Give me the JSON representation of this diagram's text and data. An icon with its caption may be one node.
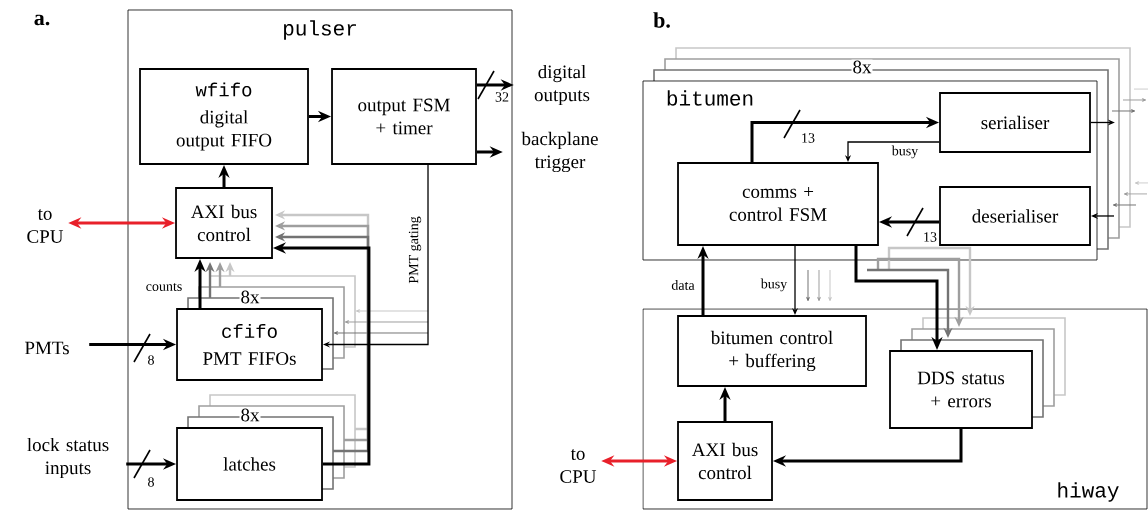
{
  "diagram": {
    "nodes": [
      {
        "text": [
          "pulser"
        ]
      },
      {
        "text": [
          "wfifo",
          "digital output FIFO"
        ],
        "in": 0
      },
      {
        "text": [
          "output FSM + timer"
        ],
        "in": 0
      },
      {
        "text": [
          "AXI bus control"
        ],
        "in": 0
      },
      {
        "text": [
          "cfifo",
          "PMT FIFOs"
        ],
        "in": 0,
        "beside": [
          "8x"
        ]
      },
      {
        "text": [
          "latches"
        ],
        "in": 0,
        "beside": [
          "8x"
        ]
      },
      {
        "text": [
          "to CPU"
        ]
      },
      {
        "text": [
          "PMTs"
        ]
      },
      {
        "text": [
          "lock status inputs"
        ]
      },
      {
        "text": [
          "digital outputs"
        ]
      },
      {
        "text": [
          "backplane trigger"
        ]
      },
      {
        "text": [
          "bitumen"
        ],
        "beside": [
          "8x"
        ]
      },
      {
        "text": [
          "serialiser"
        ],
        "in": 11
      },
      {
        "text": [
          "comms + control FSM"
        ],
        "in": 11
      },
      {
        "text": [
          "deserialiser"
        ],
        "in": 11
      },
      {
        "text": [
          "hiway"
        ]
      },
      {
        "text": [
          "bitumen control + buffering"
        ],
        "in": 15
      },
      {
        "text": [
          "DDS status + errors"
        ],
        "in": 15
      },
      {
        "text": [
          "AXI bus control"
        ],
        "in": 15
      },
      {
        "text": [
          "to CPU"
        ]
      }
    ],
    "edges": [
      {
        "from": 6,
        "to": 3,
        "arrow": "both",
        "color": "#e8202a"
      },
      {
        "from": 3,
        "to": 1,
        "arrow": "to"
      },
      {
        "from": 1,
        "to": 2,
        "arrow": "to"
      },
      {
        "from": 2,
        "to": 9,
        "arrow": "to",
        "label": "32"
      },
      {
        "from": 2,
        "to": 10,
        "arrow": "to"
      },
      {
        "from": 2,
        "to": 4,
        "arrow": "to",
        "label": "PMT gating"
      },
      {
        "from": 4,
        "to": 3,
        "arrow": "to",
        "label": "counts"
      },
      {
        "from": 5,
        "to": 3,
        "arrow": "to"
      },
      {
        "from": 7,
        "to": 4,
        "arrow": "to",
        "label": "8"
      },
      {
        "from": 8,
        "to": 5,
        "arrow": "to",
        "label": "8"
      },
      {
        "from": 13,
        "to": 12,
        "arrow": "to",
        "label": "13"
      },
      {
        "from": 12,
        "to": 13,
        "arrow": "to",
        "label": "busy"
      },
      {
        "from": 14,
        "to": 13,
        "arrow": "to",
        "label": "13"
      },
      {
        "from": 12,
        "to": null,
        "arrow": "to"
      },
      {
        "from": null,
        "to": 14,
        "arrow": "to"
      },
      {
        "from": 16,
        "to": 13,
        "arrow": "to",
        "label": "data"
      },
      {
        "from": 13,
        "to": 16,
        "arrow": "to",
        "label": "busy"
      },
      {
        "from": 13,
        "to": 17,
        "arrow": "to"
      },
      {
        "from": 18,
        "to": 16,
        "arrow": "to"
      },
      {
        "from": 17,
        "to": 18,
        "arrow": "to"
      },
      {
        "from": 19,
        "to": 18,
        "arrow": "both",
        "color": "#e8202a"
      }
    ],
    "labels": [
      "a.",
      "b."
    ]
  }
}
